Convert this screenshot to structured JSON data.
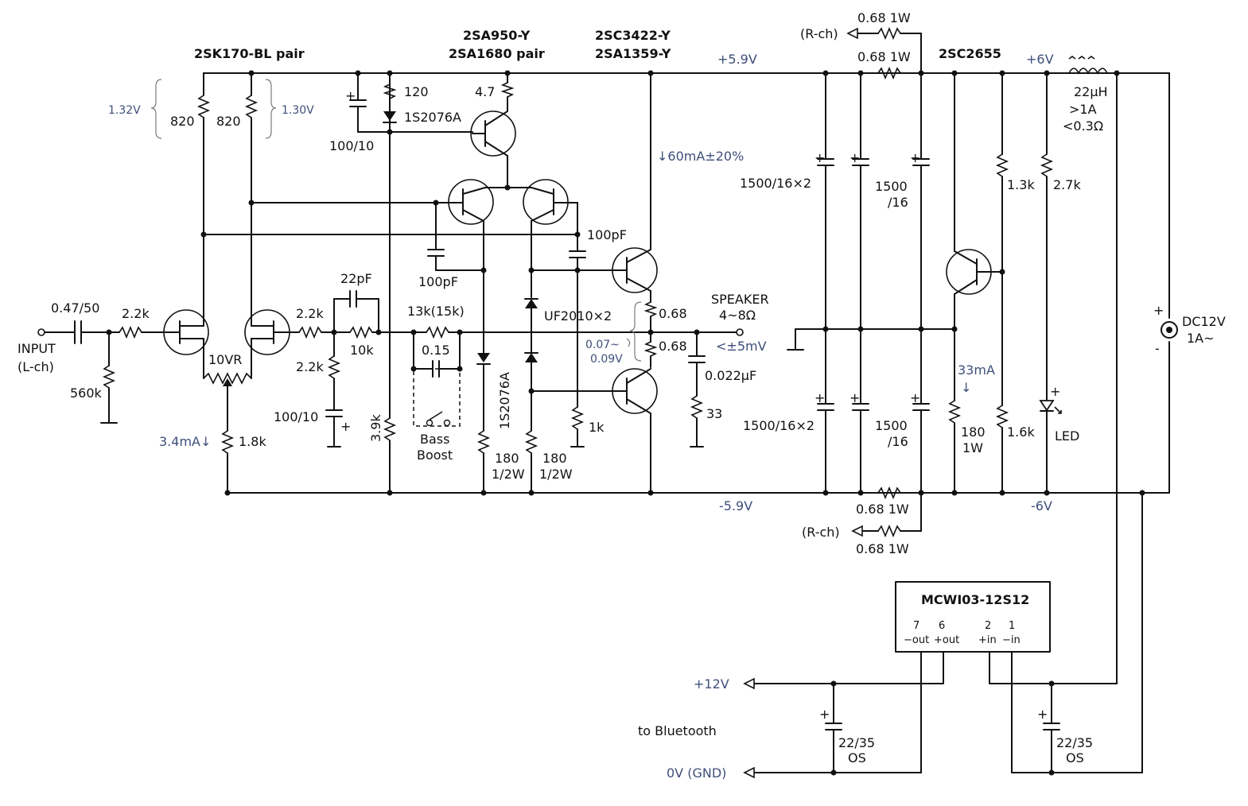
{
  "labels": {
    "jfet_pair": "2SK170-BL pair",
    "pnp_pair_1": "2SA950-Y",
    "pnp_pair_2": "2SA1680 pair",
    "out_pair_1": "2SC3422-Y",
    "out_pair_2": "2SA1359-Y",
    "reg_transistor": "2SC2655",
    "pos_rail": "+5.9V",
    "neg_rail": "-5.9V",
    "pos_supply": "+6V",
    "neg_supply": "-6V",
    "v_drain_left": "1.32V",
    "v_drain_right": "1.30V",
    "r_drain_left": "820",
    "r_drain_right": "820",
    "c_input": "0.47/50",
    "r_input": "2.2k",
    "input_line1": "INPUT",
    "input_line2": "(L-ch)",
    "r_ground_in": "560k",
    "vr": "10VR",
    "current_source": "3.4mA↓",
    "r_source": "1.8k",
    "r_fb1": "2.2k",
    "c_fb": "22pF",
    "r_fb2": "10k",
    "r_fb3": "2.2k",
    "c_fb_dc": "100/10",
    "r_nfb": "13k(15k)",
    "c_boost": "0.15",
    "bass_boost_1": "Bass",
    "bass_boost_2": "Boost",
    "r_bias": "3.9k",
    "r_top": "120",
    "diode_top": "1S2076A",
    "c_top": "100/10",
    "r_emitter": "4.7",
    "c_miller_l": "100pF",
    "c_miller_r": "100pF",
    "diode_mid": "1S2076A",
    "diodes": "UF2010×2",
    "r_180a_1": "180",
    "r_180a_2": "1/2W",
    "r_180b_1": "180",
    "r_180b_2": "1/2W",
    "r_1k": "1k",
    "idle_current": "↓60mA±20%",
    "r_emit_top": "0.68",
    "r_emit_bot": "0.68",
    "v_emit_1": "0.07~",
    "v_emit_2": "0.09V",
    "speaker_1": "SPEAKER",
    "speaker_2": "4~8Ω",
    "offset": "<±5mV",
    "c_zobel": "0.022μF",
    "r_zobel": "33",
    "c_bulk_top": "1500/16×2",
    "c_bulk_top_b1": "1500",
    "c_bulk_top_b2": "/16",
    "c_bulk_bot": "1500/16×2",
    "c_bulk_bot_b1": "1500",
    "c_bulk_bot_b2": "/16",
    "r_share_top1": "0.68 1W",
    "r_share_top2": "0.68 1W",
    "r_share_bot1": "0.68 1W",
    "r_share_bot2": "0.68 1W",
    "rch_top": "(R-ch)",
    "rch_bot": "(R-ch)",
    "r_1_3k": "1.3k",
    "r_2_7k": "2.7k",
    "inductor_1": "22μH",
    "inductor_2": ">1A",
    "inductor_3": "<0.3Ω",
    "reg_current": "33mA",
    "reg_arrow": "↓",
    "r_180_1": "180",
    "r_180_2": "1W",
    "r_1_6k": "1.6k",
    "led": "LED",
    "dc_plus": "+",
    "dc_minus": "-",
    "dc_1": "DC12V",
    "dc_2": "1A~",
    "dcdc_title": "MCWI03-12S12",
    "pin7": "7",
    "pin6": "6",
    "pin2": "2",
    "pin1": "1",
    "pin7_name": "−out",
    "pin6_name": "+out",
    "pin2_name": "+in",
    "pin1_name": "−in",
    "v12": "+12V",
    "to_bt": "to Bluetooth",
    "gnd": "0V (GND)",
    "cap_os_left_1": "22/35",
    "cap_os_left_2": "OS",
    "cap_os_right_1": "22/35",
    "cap_os_right_2": "OS"
  }
}
